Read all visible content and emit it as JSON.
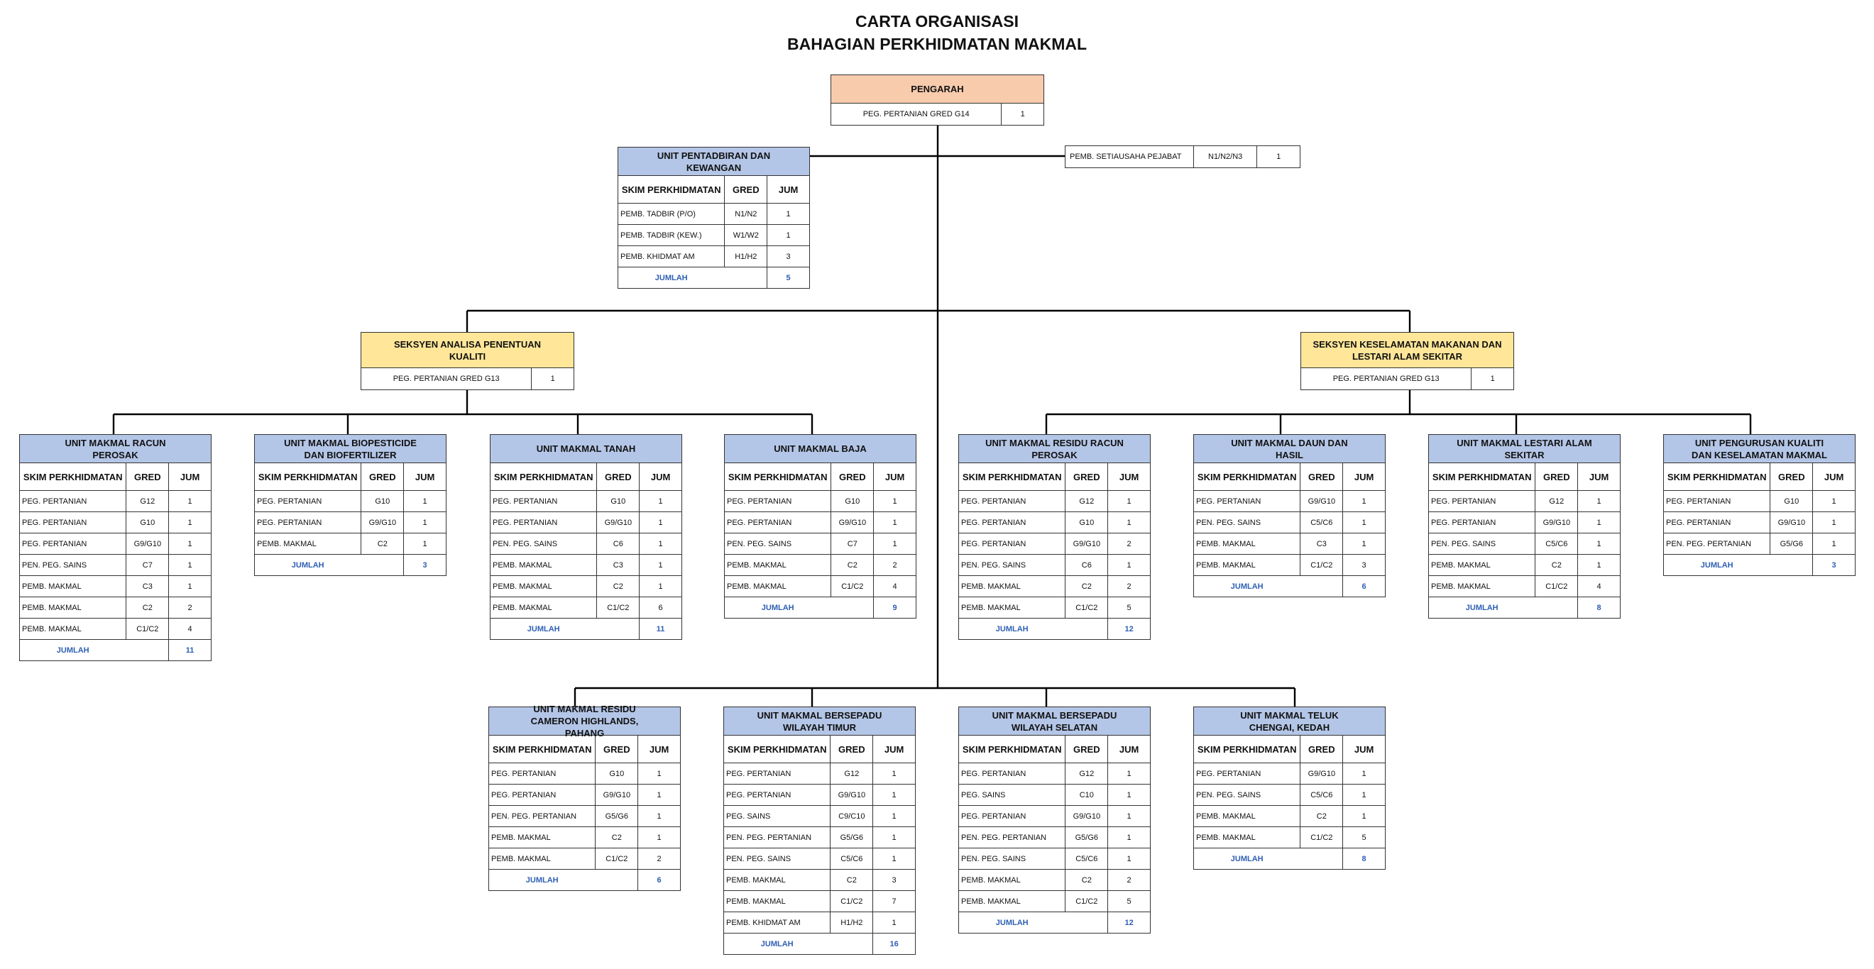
{
  "title": {
    "line1": "CARTA ORGANISASI",
    "line2": "BAHAGIAN PERKHIDMATAN MAKMAL"
  },
  "colors": {
    "pengarah": "#f8cbad",
    "seksyen": "#ffe699",
    "unit": "#b4c6e7",
    "jumlah_text": "#2e5fb3",
    "line": "#000000"
  },
  "table_headers": {
    "skim": "SKIM PERKHIDMATAN",
    "gred": "GRED",
    "jum": "JUM"
  },
  "jumlah_label": "JUMLAH",
  "pengarah": {
    "title": "PENGARAH",
    "post": "PEG. PERTANIAN GRED G14",
    "count": "1"
  },
  "setiausaha": {
    "post": "PEMB. SETIAUSAHA PEJABAT",
    "grade": "N1/N2/N3",
    "count": "1"
  },
  "seksyen_analisa": {
    "title": "SEKSYEN ANALISA PENENTUAN KUALITI",
    "post": "PEG. PERTANIAN GRED G13",
    "count": "1"
  },
  "seksyen_keselamatan": {
    "title": "SEKSYEN KESELAMATAN MAKANAN DAN LESTARI ALAM SEKITAR",
    "post": "PEG. PERTANIAN GRED G13",
    "count": "1"
  },
  "units": [
    {
      "id": "pentadbiran",
      "title": "UNIT PENTADBIRAN DAN KEWANGAN",
      "rows": [
        [
          "PEMB. TADBIR (P/O)",
          "N1/N2",
          "1"
        ],
        [
          "PEMB. TADBIR (KEW.)",
          "W1/W2",
          "1"
        ],
        [
          "PEMB. KHIDMAT AM",
          "H1/H2",
          "3"
        ]
      ],
      "total": "5"
    },
    {
      "id": "racun-perosak",
      "title": "UNIT MAKMAL RACUN PEROSAK",
      "rows": [
        [
          "PEG. PERTANIAN",
          "G12",
          "1"
        ],
        [
          "PEG. PERTANIAN",
          "G10",
          "1"
        ],
        [
          "PEG. PERTANIAN",
          "G9/G10",
          "1"
        ],
        [
          "PEN. PEG. SAINS",
          "C7",
          "1"
        ],
        [
          "PEMB. MAKMAL",
          "C3",
          "1"
        ],
        [
          "PEMB. MAKMAL",
          "C2",
          "2"
        ],
        [
          "PEMB. MAKMAL",
          "C1/C2",
          "4"
        ]
      ],
      "total": "11"
    },
    {
      "id": "biopesticide",
      "title": "UNIT MAKMAL BIOPESTICIDE DAN BIOFERTILIZER",
      "rows": [
        [
          "PEG. PERTANIAN",
          "G10",
          "1"
        ],
        [
          "PEG. PERTANIAN",
          "G9/G10",
          "1"
        ],
        [
          "PEMB. MAKMAL",
          "C2",
          "1"
        ]
      ],
      "total": "3"
    },
    {
      "id": "tanah",
      "title": "UNIT MAKMAL TANAH",
      "rows": [
        [
          "PEG. PERTANIAN",
          "G10",
          "1"
        ],
        [
          "PEG. PERTANIAN",
          "G9/G10",
          "1"
        ],
        [
          "PEN. PEG. SAINS",
          "C6",
          "1"
        ],
        [
          "PEMB. MAKMAL",
          "C3",
          "1"
        ],
        [
          "PEMB. MAKMAL",
          "C2",
          "1"
        ],
        [
          "PEMB. MAKMAL",
          "C1/C2",
          "6"
        ]
      ],
      "total": "11"
    },
    {
      "id": "baja",
      "title": "UNIT MAKMAL BAJA",
      "rows": [
        [
          "PEG. PERTANIAN",
          "G10",
          "1"
        ],
        [
          "PEG. PERTANIAN",
          "G9/G10",
          "1"
        ],
        [
          "PEN. PEG. SAINS",
          "C7",
          "1"
        ],
        [
          "PEMB. MAKMAL",
          "C2",
          "2"
        ],
        [
          "PEMB. MAKMAL",
          "C1/C2",
          "4"
        ]
      ],
      "total": "9"
    },
    {
      "id": "residu-racun",
      "title": "UNIT MAKMAL RESIDU RACUN PEROSAK",
      "rows": [
        [
          "PEG. PERTANIAN",
          "G12",
          "1"
        ],
        [
          "PEG. PERTANIAN",
          "G10",
          "1"
        ],
        [
          "PEG. PERTANIAN",
          "G9/G10",
          "2"
        ],
        [
          "PEN. PEG. SAINS",
          "C6",
          "1"
        ],
        [
          "PEMB. MAKMAL",
          "C2",
          "2"
        ],
        [
          "PEMB. MAKMAL",
          "C1/C2",
          "5"
        ]
      ],
      "total": "12"
    },
    {
      "id": "daun-hasil",
      "title": "UNIT MAKMAL DAUN DAN HASIL",
      "rows": [
        [
          "PEG. PERTANIAN",
          "G9/G10",
          "1"
        ],
        [
          "PEN. PEG. SAINS",
          "C5/C6",
          "1"
        ],
        [
          "PEMB. MAKMAL",
          "C3",
          "1"
        ],
        [
          "PEMB. MAKMAL",
          "C1/C2",
          "3"
        ]
      ],
      "total": "6"
    },
    {
      "id": "lestari",
      "title": "UNIT MAKMAL LESTARI ALAM SEKITAR",
      "rows": [
        [
          "PEG. PERTANIAN",
          "G12",
          "1"
        ],
        [
          "PEG. PERTANIAN",
          "G9/G10",
          "1"
        ],
        [
          "PEN. PEG. SAINS",
          "C5/C6",
          "1"
        ],
        [
          "PEMB. MAKMAL",
          "C2",
          "1"
        ],
        [
          "PEMB. MAKMAL",
          "C1/C2",
          "4"
        ]
      ],
      "total": "8"
    },
    {
      "id": "pengurusan-kualiti",
      "title": "UNIT PENGURUSAN KUALITI DAN KESELAMATAN MAKMAL",
      "rows": [
        [
          "PEG. PERTANIAN",
          "G10",
          "1"
        ],
        [
          "PEG. PERTANIAN",
          "G9/G10",
          "1"
        ],
        [
          "PEN. PEG. PERTANIAN",
          "G5/G6",
          "1"
        ]
      ],
      "total": "3"
    },
    {
      "id": "cameron",
      "title": "UNIT MAKMAL RESIDU CAMERON HIGHLANDS, PAHANG",
      "rows": [
        [
          "PEG. PERTANIAN",
          "G10",
          "1"
        ],
        [
          "PEG. PERTANIAN",
          "G9/G10",
          "1"
        ],
        [
          "PEN. PEG. PERTANIAN",
          "G5/G6",
          "1"
        ],
        [
          "PEMB. MAKMAL",
          "C2",
          "1"
        ],
        [
          "PEMB. MAKMAL",
          "C1/C2",
          "2"
        ]
      ],
      "total": "6"
    },
    {
      "id": "wilayah-timur",
      "title": "UNIT MAKMAL BERSEPADU WILAYAH TIMUR",
      "rows": [
        [
          "PEG. PERTANIAN",
          "G12",
          "1"
        ],
        [
          "PEG. PERTANIAN",
          "G9/G10",
          "1"
        ],
        [
          "PEG. SAINS",
          "C9/C10",
          "1"
        ],
        [
          "PEN. PEG. PERTANIAN",
          "G5/G6",
          "1"
        ],
        [
          "PEN. PEG. SAINS",
          "C5/C6",
          "1"
        ],
        [
          "PEMB. MAKMAL",
          "C2",
          "3"
        ],
        [
          "PEMB. MAKMAL",
          "C1/C2",
          "7"
        ],
        [
          "PEMB. KHIDMAT AM",
          "H1/H2",
          "1"
        ]
      ],
      "total": "16"
    },
    {
      "id": "wilayah-selatan",
      "title": "UNIT MAKMAL BERSEPADU WILAYAH SELATAN",
      "rows": [
        [
          "PEG. PERTANIAN",
          "G12",
          "1"
        ],
        [
          "PEG. SAINS",
          "C10",
          "1"
        ],
        [
          "PEG. PERTANIAN",
          "G9/G10",
          "1"
        ],
        [
          "PEN. PEG. PERTANIAN",
          "G5/G6",
          "1"
        ],
        [
          "PEN. PEG. SAINS",
          "C5/C6",
          "1"
        ],
        [
          "PEMB. MAKMAL",
          "C2",
          "2"
        ],
        [
          "PEMB. MAKMAL",
          "C1/C2",
          "5"
        ]
      ],
      "total": "12"
    },
    {
      "id": "teluk-chengai",
      "title": "UNIT MAKMAL TELUK CHENGAI, KEDAH",
      "rows": [
        [
          "PEG. PERTANIAN",
          "G9/G10",
          "1"
        ],
        [
          "PEN. PEG. SAINS",
          "C5/C6",
          "1"
        ],
        [
          "PEMB. MAKMAL",
          "C2",
          "1"
        ],
        [
          "PEMB. MAKMAL",
          "C1/C2",
          "5"
        ]
      ],
      "total": "8"
    }
  ]
}
